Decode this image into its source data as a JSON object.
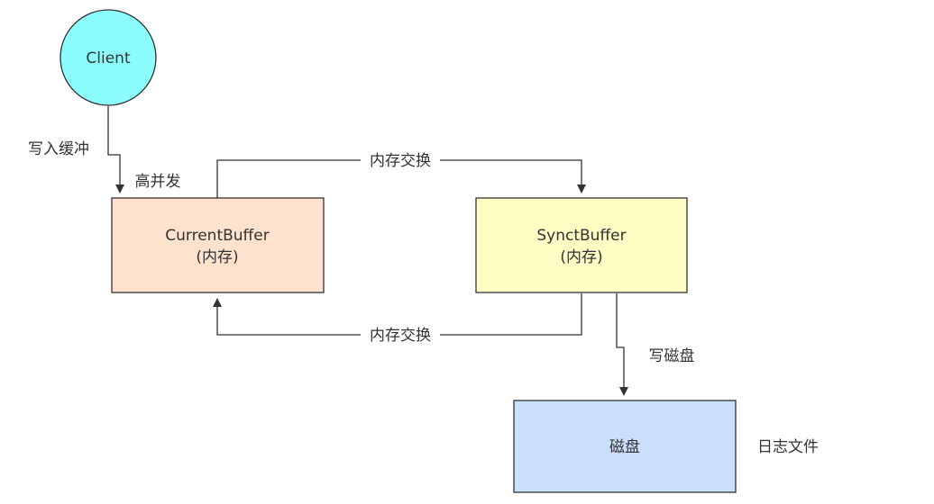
{
  "nodes": {
    "client": {
      "label": "Client",
      "fill": "#8cfdfd"
    },
    "current_buffer": {
      "title": "CurrentBuffer",
      "subtitle": "(内存)",
      "fill": "#fde3cd"
    },
    "synct_buffer": {
      "title": "SynctBuffer",
      "subtitle": "(内存)",
      "fill": "#fdfdc4"
    },
    "disk": {
      "label": "磁盘",
      "fill": "#c9dffb"
    }
  },
  "edges": {
    "client_to_current": {
      "label": "写入缓冲"
    },
    "current_to_synct": {
      "label": "内存交换"
    },
    "synct_to_current": {
      "label": "内存交换"
    },
    "synct_to_disk": {
      "label": "写磁盘"
    }
  },
  "annotations": {
    "high_concurrency": "高并发",
    "log_file": "日志文件"
  },
  "colors": {
    "stroke": "#333333",
    "text": "#333333"
  }
}
